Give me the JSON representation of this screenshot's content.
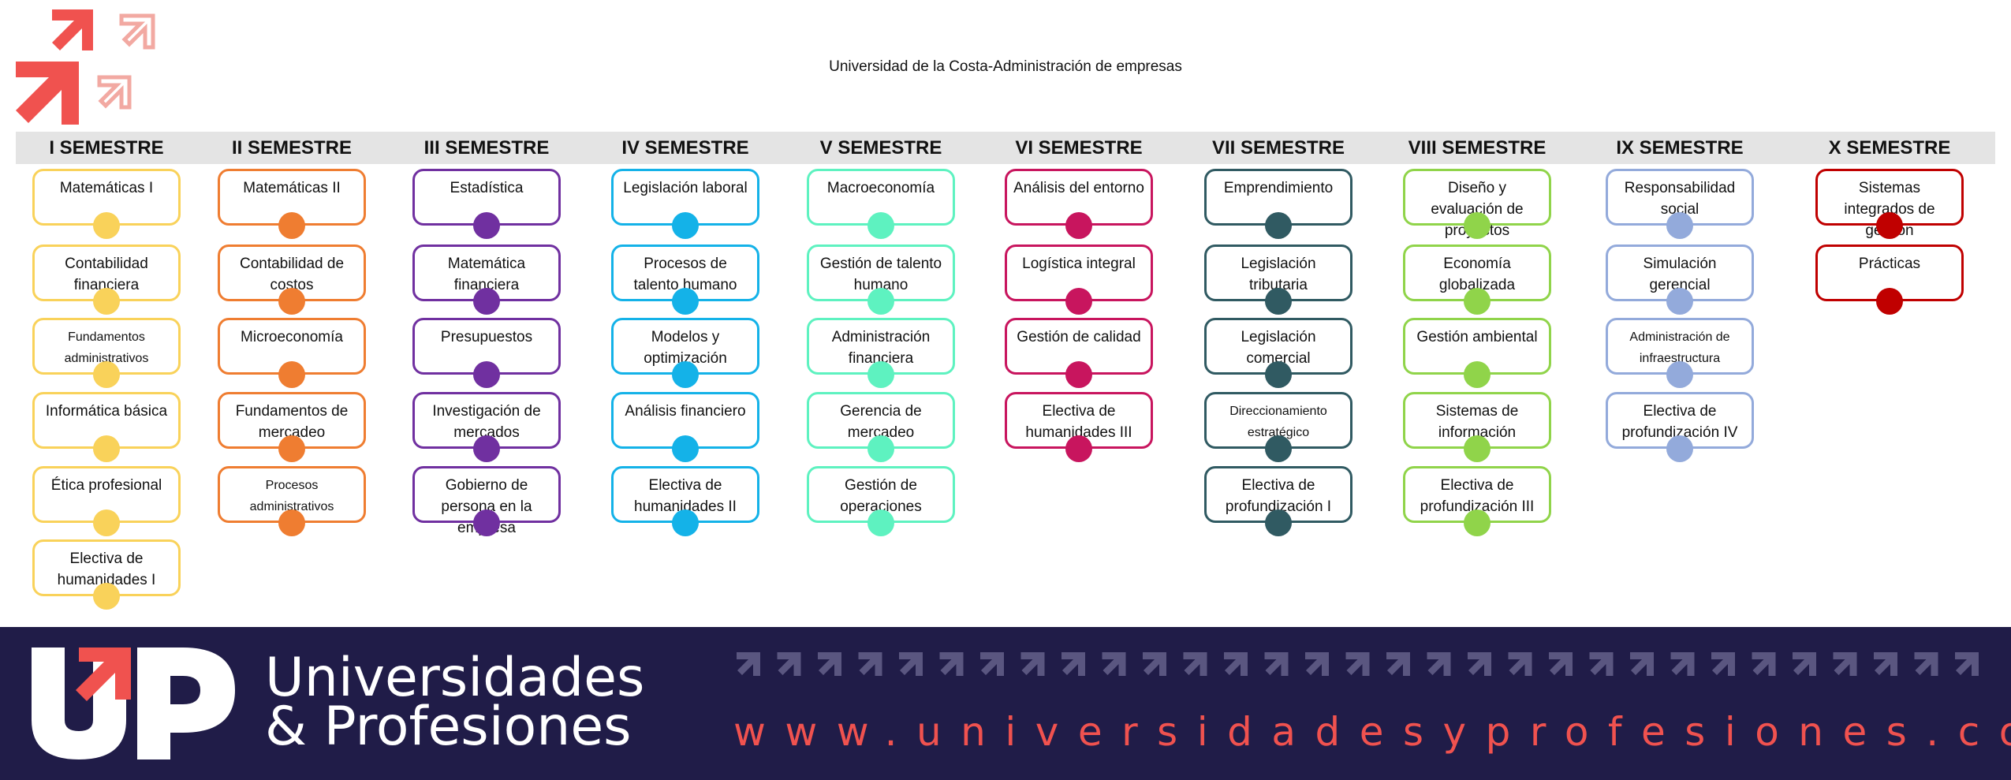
{
  "title": "Universidad de la Costa-Administración de empresas",
  "colors": {
    "header_band": "#e4e4e4",
    "footer_bg": "#201c48",
    "brand_red": "#f0524f"
  },
  "semesters": [
    {
      "name": "I SEMESTRE",
      "color": "#f9d25a",
      "courses": [
        "Matemáticas I",
        "Contabilidad financiera",
        "Fundamentos administrativos",
        "Informática básica",
        "Ética profesional",
        "Electiva de humanidades I"
      ]
    },
    {
      "name": "II SEMESTRE",
      "color": "#ef7d31",
      "courses": [
        "Matemáticas II",
        "Contabilidad de costos",
        "Microeconomía",
        "Fundamentos de mercadeo",
        "Procesos administrativos"
      ]
    },
    {
      "name": "III SEMESTRE",
      "color": "#7030a0",
      "courses": [
        "Estadística",
        "Matemática financiera",
        "Presupuestos",
        "Investigación de mercados",
        "Gobierno de persona en la empresa"
      ]
    },
    {
      "name": "IV SEMESTRE",
      "color": "#14b2e8",
      "courses": [
        "Legislación laboral",
        "Procesos de talento humano",
        "Modelos y optimización",
        "Análisis financiero",
        "Electiva de humanidades II"
      ]
    },
    {
      "name": "V SEMESTRE",
      "color": "#5ef2c0",
      "courses": [
        "Macroeconomía",
        "Gestión de talento humano",
        "Administración financiera",
        "Gerencia de mercadeo",
        "Gestión de operaciones"
      ]
    },
    {
      "name": "VI SEMESTRE",
      "color": "#c8155e",
      "courses": [
        "Análisis del entorno",
        "Logística integral",
        "Gestión de calidad",
        "Electiva de humanidades III"
      ]
    },
    {
      "name": "VII SEMESTRE",
      "color": "#305a62",
      "courses": [
        "Emprendimiento",
        "Legislación tributaria",
        "Legislación comercial",
        "Direccionamiento estratégico",
        "Electiva de profundización I"
      ]
    },
    {
      "name": "VIII SEMESTRE",
      "color": "#90d44a",
      "courses": [
        "Diseño y evaluación de proyectos",
        "Economía globalizada",
        "Gestión ambiental",
        "Sistemas de información",
        "Electiva de profundización III"
      ]
    },
    {
      "name": "IX SEMESTRE",
      "color": "#93aadb",
      "courses": [
        "Responsabilidad social",
        "Simulación gerencial",
        "Administración de infraestructura",
        "Electiva de profundización IV"
      ]
    },
    {
      "name": "X SEMESTRE",
      "color": "#c00000",
      "courses": [
        "Sistemas integrados de gestión",
        "Prácticas"
      ]
    }
  ],
  "footer": {
    "brand_line_1": "Universidades",
    "brand_line_2": "& Profesiones",
    "logo_text": "UP",
    "url": "www.universidadesyprofesiones.com"
  }
}
